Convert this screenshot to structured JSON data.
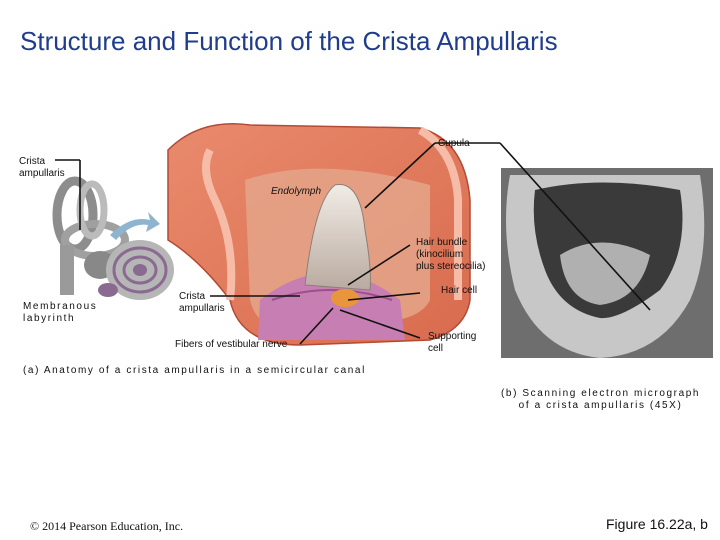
{
  "title": "Structure and Function of the Crista Ampullaris",
  "labels": {
    "cupula": "Cupula",
    "crista_ampullaris_left": [
      "Crista",
      "ampullaris"
    ],
    "endolymph": "Endolymph",
    "hair_bundle": [
      "Hair bundle",
      "(kinocilium",
      "plus stereocilia)"
    ],
    "hair_cell": "Hair cell",
    "crista_ampullaris_mid": [
      "Crista",
      "ampullaris"
    ],
    "membranous_labyrinth": [
      "Membranous",
      "labyrinth"
    ],
    "fibers": "Fibers of vestibular nerve",
    "supporting_cell": [
      "Supporting",
      "cell"
    ]
  },
  "captions": {
    "a": "(a) Anatomy of a crista ampullaris in a semicircular canal",
    "b": [
      "(b) Scanning electron micrograph",
      "of a crista ampullaris (45X)"
    ]
  },
  "footer": {
    "copyright": "© 2014 Pearson Education, Inc.",
    "figure": "Figure 16.22a, b"
  }
}
